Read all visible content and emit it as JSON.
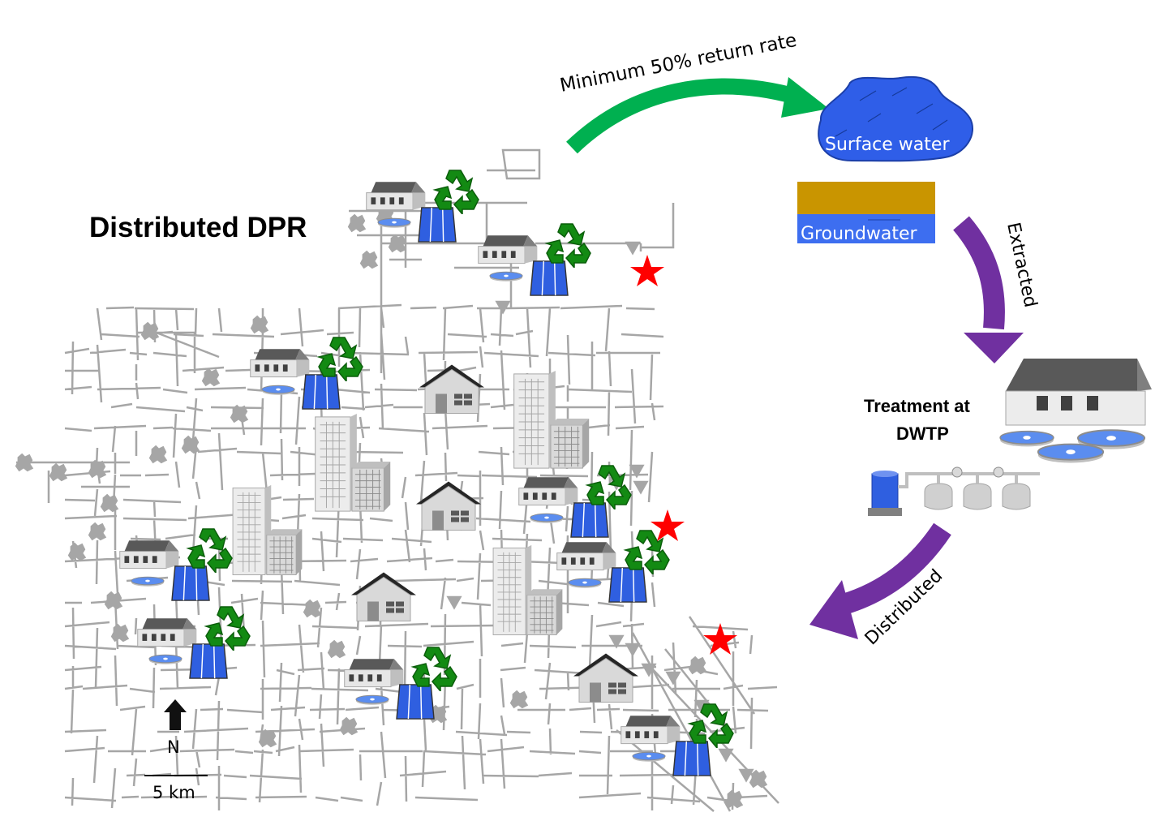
{
  "title": "Distributed DPR",
  "labels": {
    "return_rate": "Minimum 50% return rate",
    "surface_water": "Surface water",
    "groundwater": "Groundwater",
    "extracted": "Extracted",
    "treatment_line1": "Treatment at",
    "treatment_line2": "DWTP",
    "distributed": "Distributed"
  },
  "legend": {
    "north": "N",
    "scale": "5 km"
  },
  "colors": {
    "network": "#a6a6a6",
    "return_arrow": "#00b050",
    "flow_arrow": "#7030a0",
    "surface_water": "#2f5ee8",
    "soil": "#c99500",
    "groundwater": "#3d6ef0",
    "recycle": "#138a13",
    "star": "#ff0000",
    "solar": "#2f5fe0"
  },
  "icons": {
    "recycle": "recycle-icon",
    "solar": "solar-panel-icon",
    "house": "house-icon",
    "star": "star-icon",
    "tank": "tank-icon"
  }
}
